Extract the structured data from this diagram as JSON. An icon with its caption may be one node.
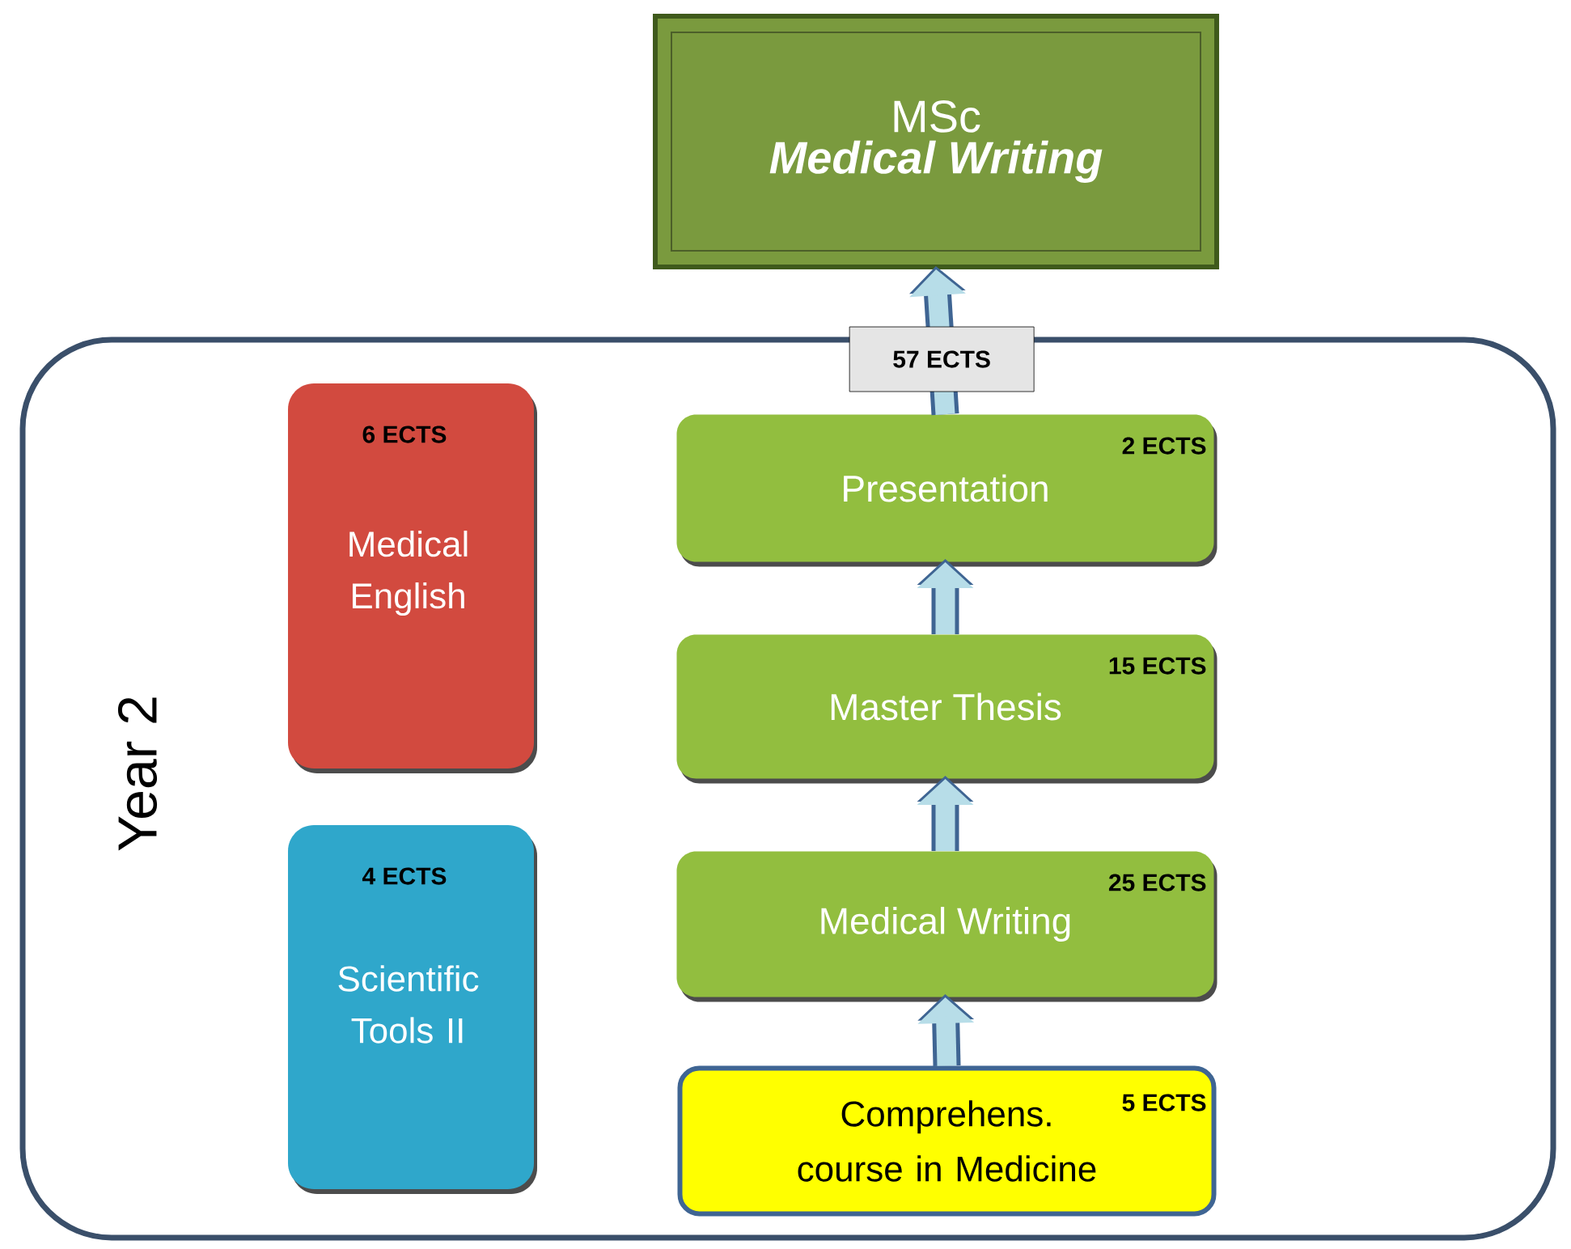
{
  "diagram": {
    "nodes": [
      {
        "text": [
          "MSc",
          "Medical Writing"
        ]
      },
      {
        "text": [
          "Year 2"
        ]
      },
      {
        "text": [
          "6 ECTS",
          "Medical English"
        ],
        "in": 1
      },
      {
        "text": [
          "4 ECTS",
          "Scientific Tools II"
        ],
        "in": 1
      },
      {
        "text": [
          "Presentation",
          "2 ECTS"
        ],
        "in": 1
      },
      {
        "text": [
          "Master Thesis",
          "15 ECTS"
        ],
        "in": 1
      },
      {
        "text": [
          "Medical Writing",
          "25 ECTS"
        ],
        "in": 1
      },
      {
        "text": [
          "Comprehens. course in Medicine",
          "5 ECTS"
        ],
        "in": 1
      }
    ],
    "edges": [
      {
        "from": 7,
        "to": 6,
        "arrow": "to"
      },
      {
        "from": 6,
        "to": 5,
        "arrow": "to"
      },
      {
        "from": 5,
        "to": 4,
        "arrow": "to"
      },
      {
        "from": 4,
        "to": 0,
        "arrow": "to",
        "label": "57 ECTS"
      }
    ]
  }
}
